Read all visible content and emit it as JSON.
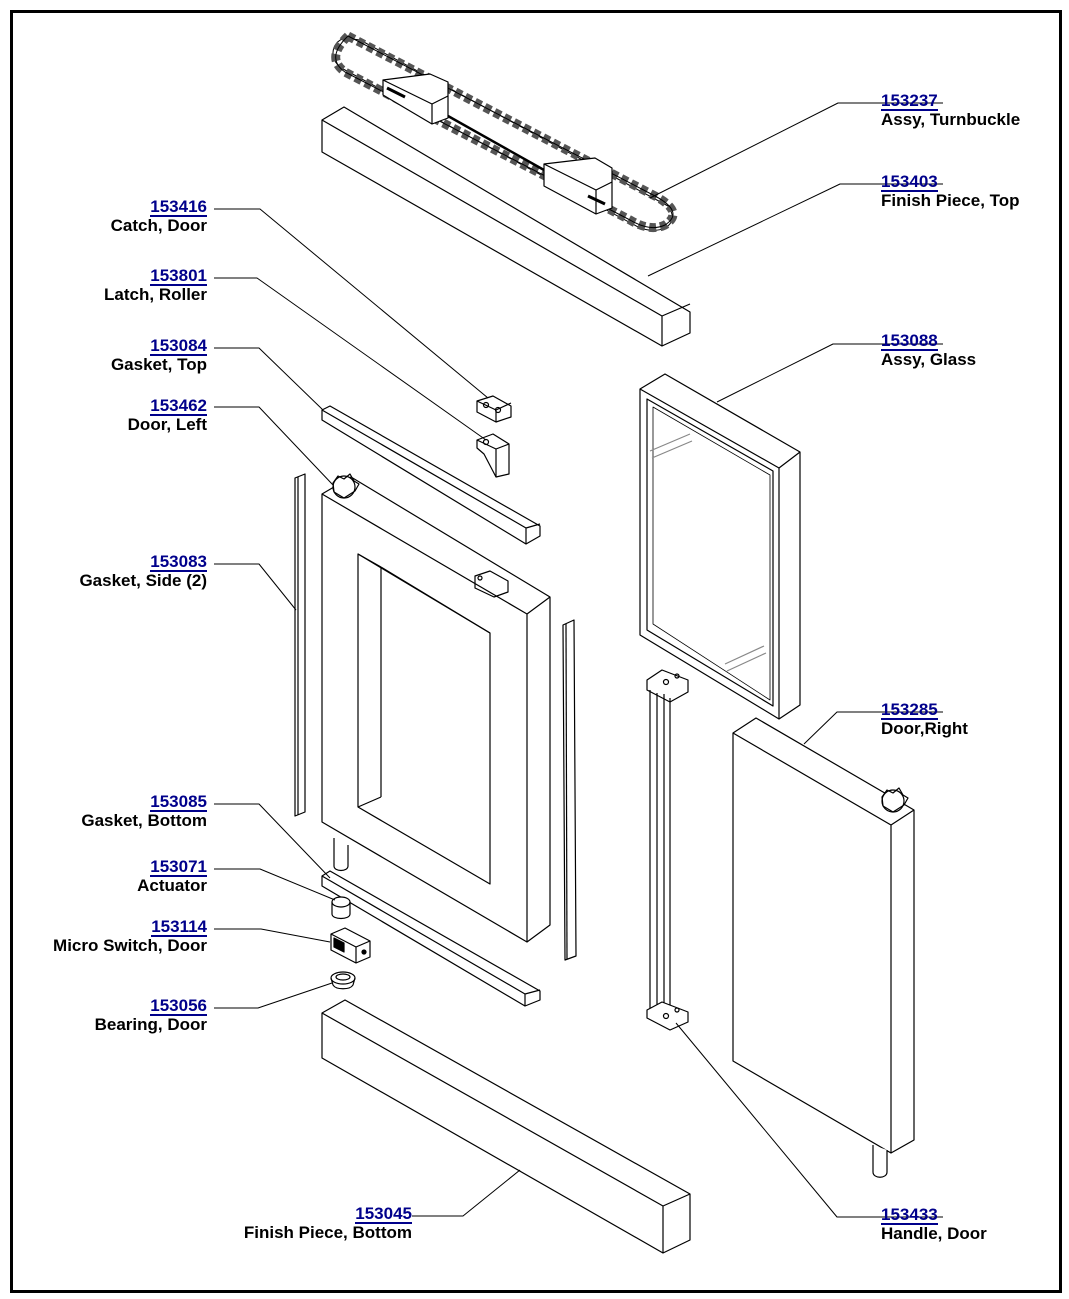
{
  "callouts": [
    {
      "id": "turnbuckle",
      "part": "153237",
      "desc": "Assy, Turnbuckle"
    },
    {
      "id": "finish-top",
      "part": "153403",
      "desc": "Finish Piece, Top"
    },
    {
      "id": "catch-door",
      "part": "153416",
      "desc": "Catch, Door"
    },
    {
      "id": "latch-roller",
      "part": "153801",
      "desc": "Latch, Roller"
    },
    {
      "id": "glass",
      "part": "153088",
      "desc": "Assy, Glass"
    },
    {
      "id": "gasket-top",
      "part": "153084",
      "desc": "Gasket, Top"
    },
    {
      "id": "door-left",
      "part": "153462",
      "desc": "Door, Left"
    },
    {
      "id": "gasket-side",
      "part": "153083",
      "desc": "Gasket, Side (2)"
    },
    {
      "id": "door-right",
      "part": "153285",
      "desc": "Door,Right"
    },
    {
      "id": "gasket-bottom",
      "part": "153085",
      "desc": "Gasket, Bottom"
    },
    {
      "id": "actuator",
      "part": "153071",
      "desc": "Actuator"
    },
    {
      "id": "micro-switch",
      "part": "153114",
      "desc": "Micro Switch, Door"
    },
    {
      "id": "bearing",
      "part": "153056",
      "desc": "Bearing, Door"
    },
    {
      "id": "finish-bottom",
      "part": "153045",
      "desc": "Finish Piece, Bottom"
    },
    {
      "id": "handle",
      "part": "153433",
      "desc": "Handle, Door"
    }
  ],
  "colors": {
    "part_number": "#00008b",
    "line": "#000000"
  }
}
